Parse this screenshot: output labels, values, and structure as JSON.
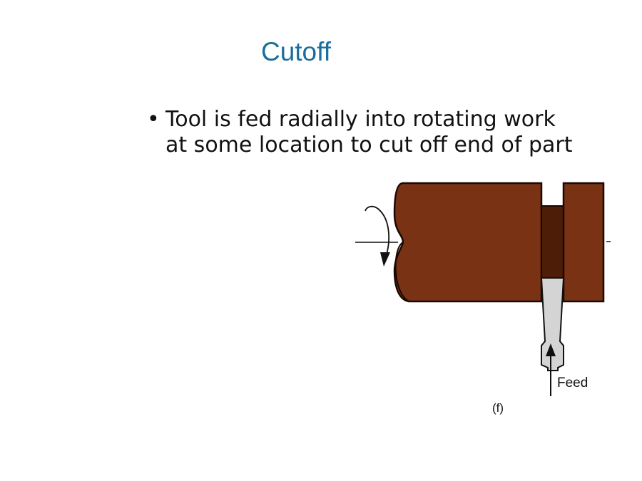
{
  "slide": {
    "title": "Cutoff",
    "bullet": {
      "line1": "Tool is fed radially into rotating work",
      "line2": "at some location to cut off end of part"
    }
  },
  "diagram": {
    "feed_label": "Feed",
    "figure_label": "(f)"
  },
  "colors": {
    "title": "#1a6e9e",
    "workpiece": "#7a3214",
    "groove": "#4e1d08",
    "tool": "#d4d4d4"
  }
}
